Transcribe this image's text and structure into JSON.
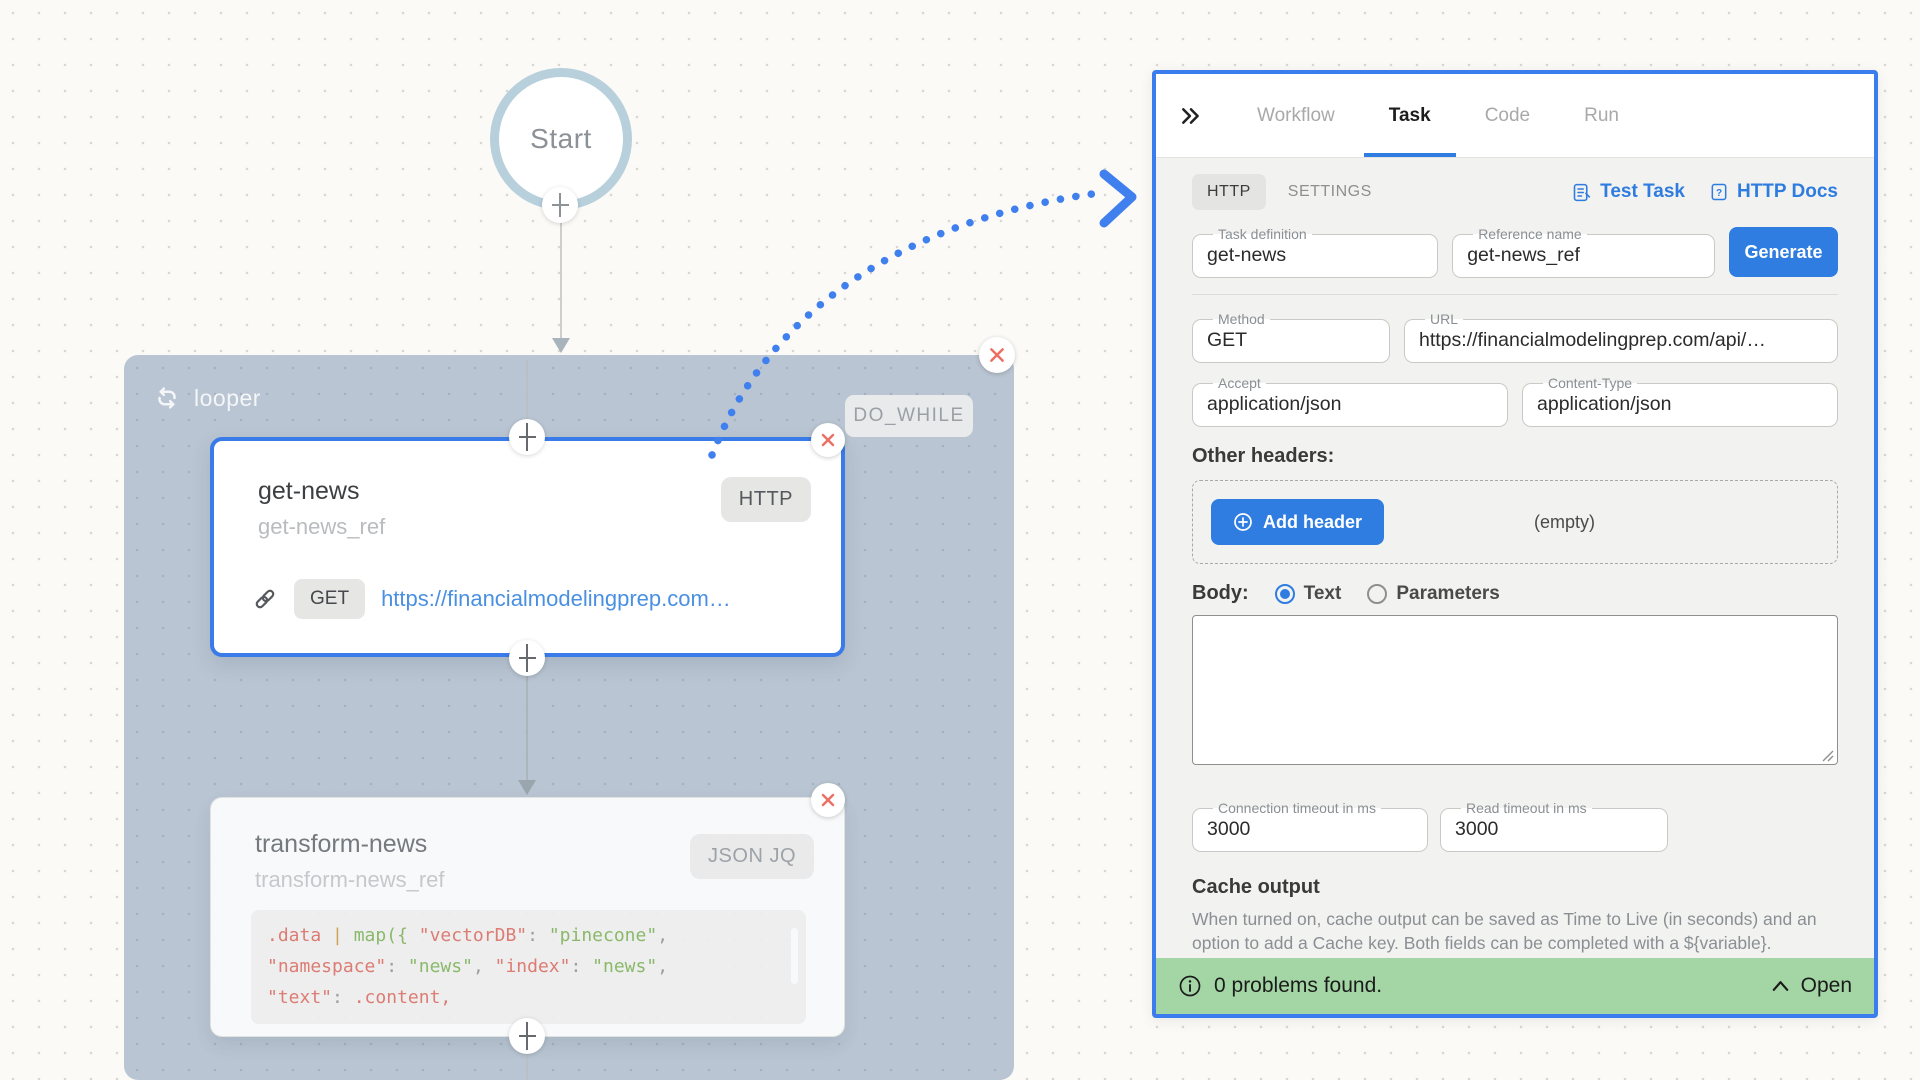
{
  "canvas": {
    "start": {
      "label": "Start"
    },
    "looper": {
      "label": "looper",
      "badge": "DO_WHILE"
    },
    "get_news": {
      "title": "get-news",
      "ref": "get-news_ref",
      "badge": "HTTP",
      "method": "GET",
      "url": "https://financialmodelingprep.com…"
    },
    "transform_news": {
      "title": "transform-news",
      "ref": "transform-news_ref",
      "badge": "JSON JQ",
      "code_lines": [
        [
          {
            "t": ".data ",
            "c": "red"
          },
          {
            "t": "| ",
            "c": "amber"
          },
          {
            "t": "map({ ",
            "c": "green"
          },
          {
            "t": "\"vectorDB\"",
            "c": "red"
          },
          {
            "t": ": ",
            "c": "gray"
          },
          {
            "t": "\"pinecone\"",
            "c": "green"
          },
          {
            "t": ",",
            "c": "gray"
          }
        ],
        [
          {
            "t": "\"namespace\"",
            "c": "red"
          },
          {
            "t": ": ",
            "c": "gray"
          },
          {
            "t": "\"news\"",
            "c": "green"
          },
          {
            "t": ", ",
            "c": "gray"
          },
          {
            "t": "\"index\"",
            "c": "red"
          },
          {
            "t": ": ",
            "c": "gray"
          },
          {
            "t": "\"news\"",
            "c": "green"
          },
          {
            "t": ",",
            "c": "gray"
          }
        ],
        [
          {
            "t": "\"text\"",
            "c": "red"
          },
          {
            "t": ": ",
            "c": "gray"
          },
          {
            "t": ".content,",
            "c": "red"
          }
        ]
      ]
    }
  },
  "panel": {
    "tabs": [
      {
        "label": "Workflow",
        "active": false
      },
      {
        "label": "Task",
        "active": true
      },
      {
        "label": "Code",
        "active": false
      },
      {
        "label": "Run",
        "active": false
      }
    ],
    "subtabs": [
      {
        "label": "HTTP",
        "active": true
      },
      {
        "label": "SETTINGS",
        "active": false
      }
    ],
    "actions": {
      "test_task": "Test Task",
      "http_docs": "HTTP Docs",
      "generate": "Generate",
      "add_header": "Add header"
    },
    "fields": {
      "task_definition": {
        "label": "Task definition",
        "value": "get-news"
      },
      "reference_name": {
        "label": "Reference name",
        "value": "get-news_ref"
      },
      "method": {
        "label": "Method",
        "value": "GET"
      },
      "url": {
        "label": "URL",
        "value": "https://financialmodelingprep.com/api/…"
      },
      "accept": {
        "label": "Accept",
        "value": "application/json"
      },
      "content_type": {
        "label": "Content-Type",
        "value": "application/json"
      },
      "connection_timeout": {
        "label": "Connection timeout in ms",
        "value": "3000"
      },
      "read_timeout": {
        "label": "Read timeout in ms",
        "value": "3000"
      }
    },
    "other_headers_label": "Other headers:",
    "empty_label": "(empty)",
    "body": {
      "label": "Body:",
      "options": [
        {
          "label": "Text",
          "selected": true
        },
        {
          "label": "Parameters",
          "selected": false
        }
      ],
      "textarea_value": ""
    },
    "cache": {
      "title": "Cache output",
      "description": "When turned on, cache output can be saved as Time to Live (in seconds) and an option to add a Cache key. Both fields can be completed with a ${variable}."
    },
    "status": {
      "message": "0 problems found.",
      "action": "Open"
    }
  },
  "colors": {
    "panel_accent": "#3b7cee",
    "button_blue": "#2f7de1",
    "link_blue": "#4a90e2",
    "status_green": "#a3d6a4",
    "looper_bg": "#b9c5d2",
    "close_red": "#ed6e63",
    "code_red": "#e0756a",
    "code_green": "#85b860",
    "code_amber": "#d4a04a"
  }
}
